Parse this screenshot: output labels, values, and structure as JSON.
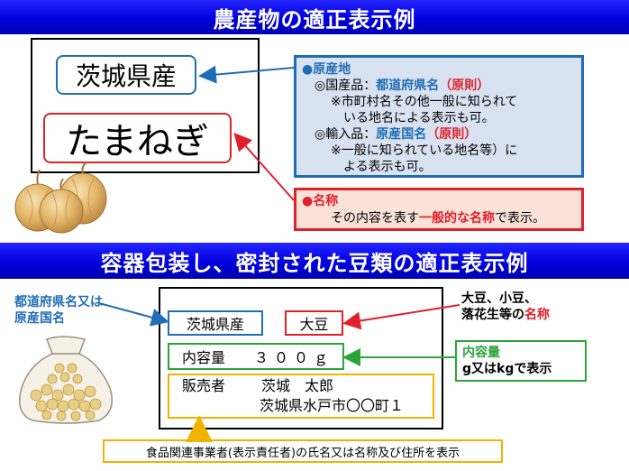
{
  "section1": {
    "title": "農産物の適正表示例",
    "label": {
      "origin": "茨城県産",
      "name": "たまねぎ"
    },
    "origin_info": {
      "heading": "●原産地",
      "domestic_prefix": "◎国産品：",
      "domestic_value": "都道府県名",
      "domestic_rule": "（原則）",
      "domestic_note_1": "※市町村名その他一般に知られて",
      "domestic_note_2": "いる地名による表示も可。",
      "import_prefix": "◎輸入品：",
      "import_value": "原産国名",
      "import_rule": "（原則）",
      "import_note_1": "※一般に知られている地名等）に",
      "import_note_2": "よる表示も可。"
    },
    "name_info": {
      "heading": "●名称",
      "text_before": "その内容を表す",
      "text_emph": "一般的な名称",
      "text_after": "で表示。"
    }
  },
  "section2": {
    "title": "容器包装し、密封された豆類の適正表示例",
    "label": {
      "origin": "茨城県産",
      "name": "大豆",
      "content_label": "内容量",
      "content_value": "３００ｇ",
      "seller_label": "販売者",
      "seller_name": "茨城　太郎",
      "seller_address": "茨城県水戸市〇〇町１"
    },
    "pref_note_1": "都道府県名又は",
    "pref_note_2": "原産国名",
    "name_note_1": "大豆、小豆、",
    "name_note_2": "落花生等の",
    "name_note_emph": "名称",
    "content_note_heading": "内容量",
    "content_note_text": "g又はkgで表示",
    "seller_note": "食品関連事業者(表示責任者)の氏名又は名称及び住所を表示"
  },
  "colors": {
    "banner": "#0000dd",
    "blue": "#1f6db5",
    "red": "#e0202a",
    "green": "#2aa53a",
    "yellow": "#f0b400",
    "info_bg": "#d9e2f1",
    "name_bg": "#fbe2d8"
  },
  "icons": [
    "onion-illustration",
    "bean-bag-illustration"
  ]
}
